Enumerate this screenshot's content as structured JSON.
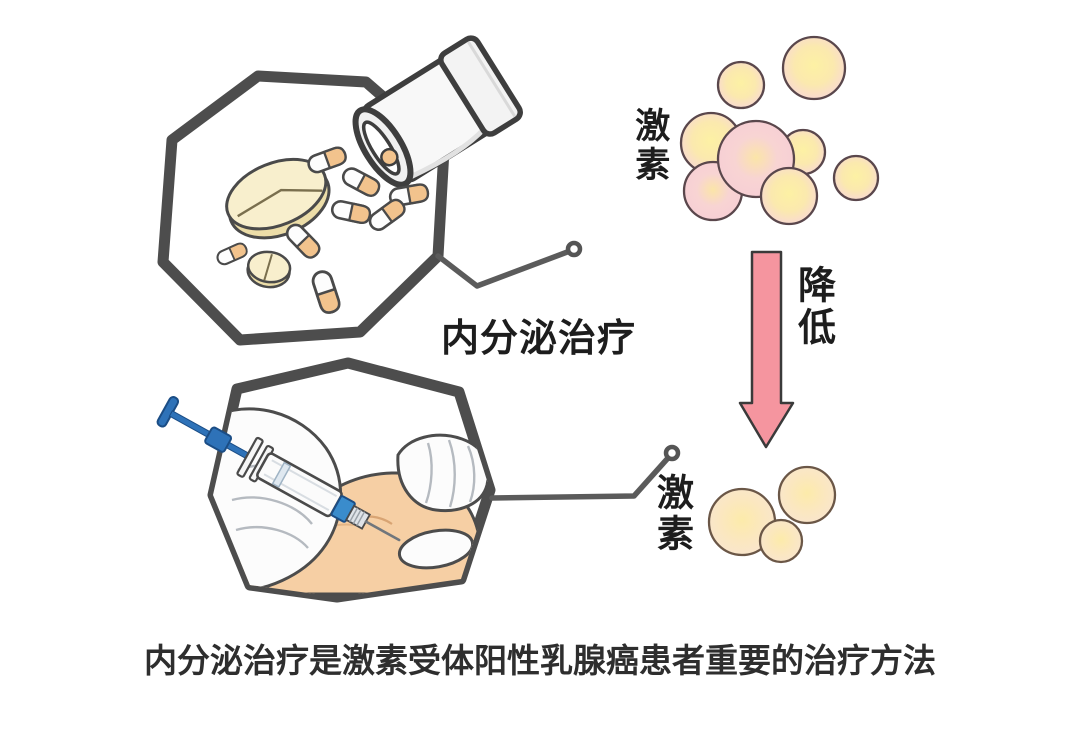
{
  "illustration": {
    "center_label": "内分泌治疗",
    "caption": "内分泌治疗是激素受体阳性乳腺癌患者重要的治疗方法",
    "hormones_before": {
      "label": "激素",
      "circle_count": 8
    },
    "hormones_after": {
      "label": "激素",
      "circle_count": 3
    },
    "decrease_arrow": {
      "label": "降低",
      "direction": "down"
    },
    "scenes": [
      {
        "id": "pill-bottle-scene",
        "icon": "pill-bottle-icon"
      },
      {
        "id": "injection-scene",
        "icon": "syringe-icon"
      }
    ],
    "colors": {
      "outline_gray": "#4d4d4d",
      "arrow_pink": "#f5959f",
      "hormone_yellow": "#fdf0a3",
      "hormone_pink_rim": "#f7d6da",
      "hormone_cream_rim": "#f9e6d0",
      "skin_tone": "#f6cfa4",
      "syringe_blue": "#2e72b8",
      "capsule_orange": "#f2c38d",
      "tablet_cream": "#f8efcd"
    }
  }
}
